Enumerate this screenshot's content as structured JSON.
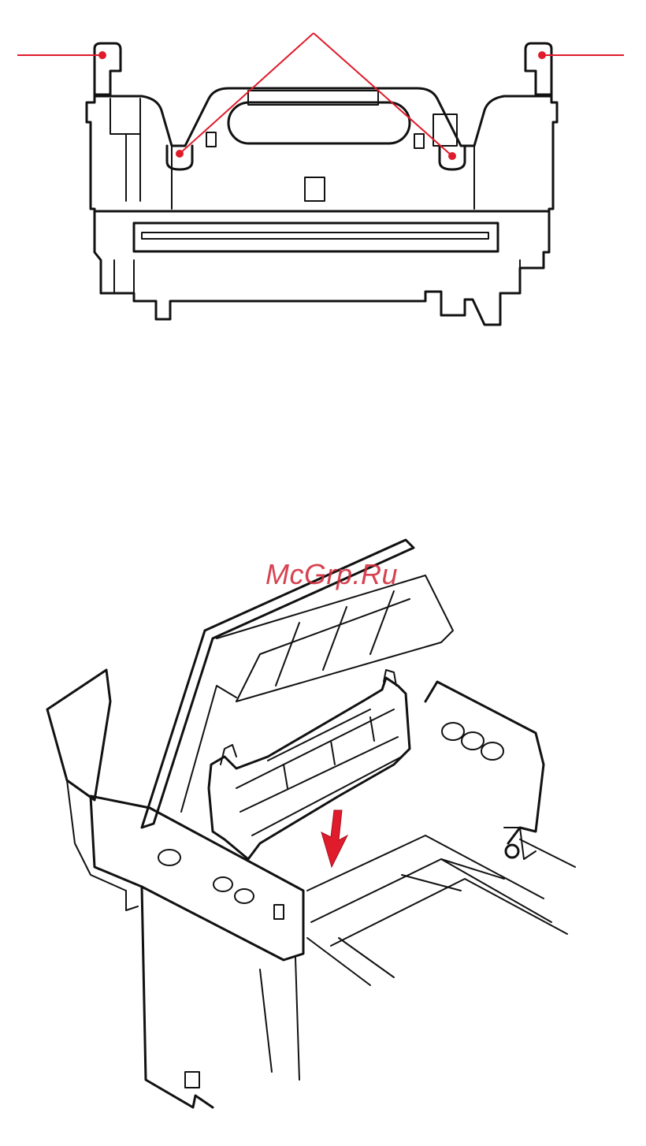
{
  "watermark": {
    "text": "McGrp.Ru"
  },
  "colors": {
    "line": "#111111",
    "callout": "#e01b2b",
    "handle_highlight": "#8ec8ea",
    "fuser_fill": "#d8d8d8",
    "arrow": "#e01b2b",
    "background": "#ffffff"
  },
  "figures": [
    {
      "name": "fuser-unit-diagram",
      "callouts": [
        "handle-left",
        "handle-right",
        "locating-pin-left",
        "locating-pin-right"
      ]
    },
    {
      "name": "fuser-installation-illustration",
      "direction": "down"
    }
  ]
}
